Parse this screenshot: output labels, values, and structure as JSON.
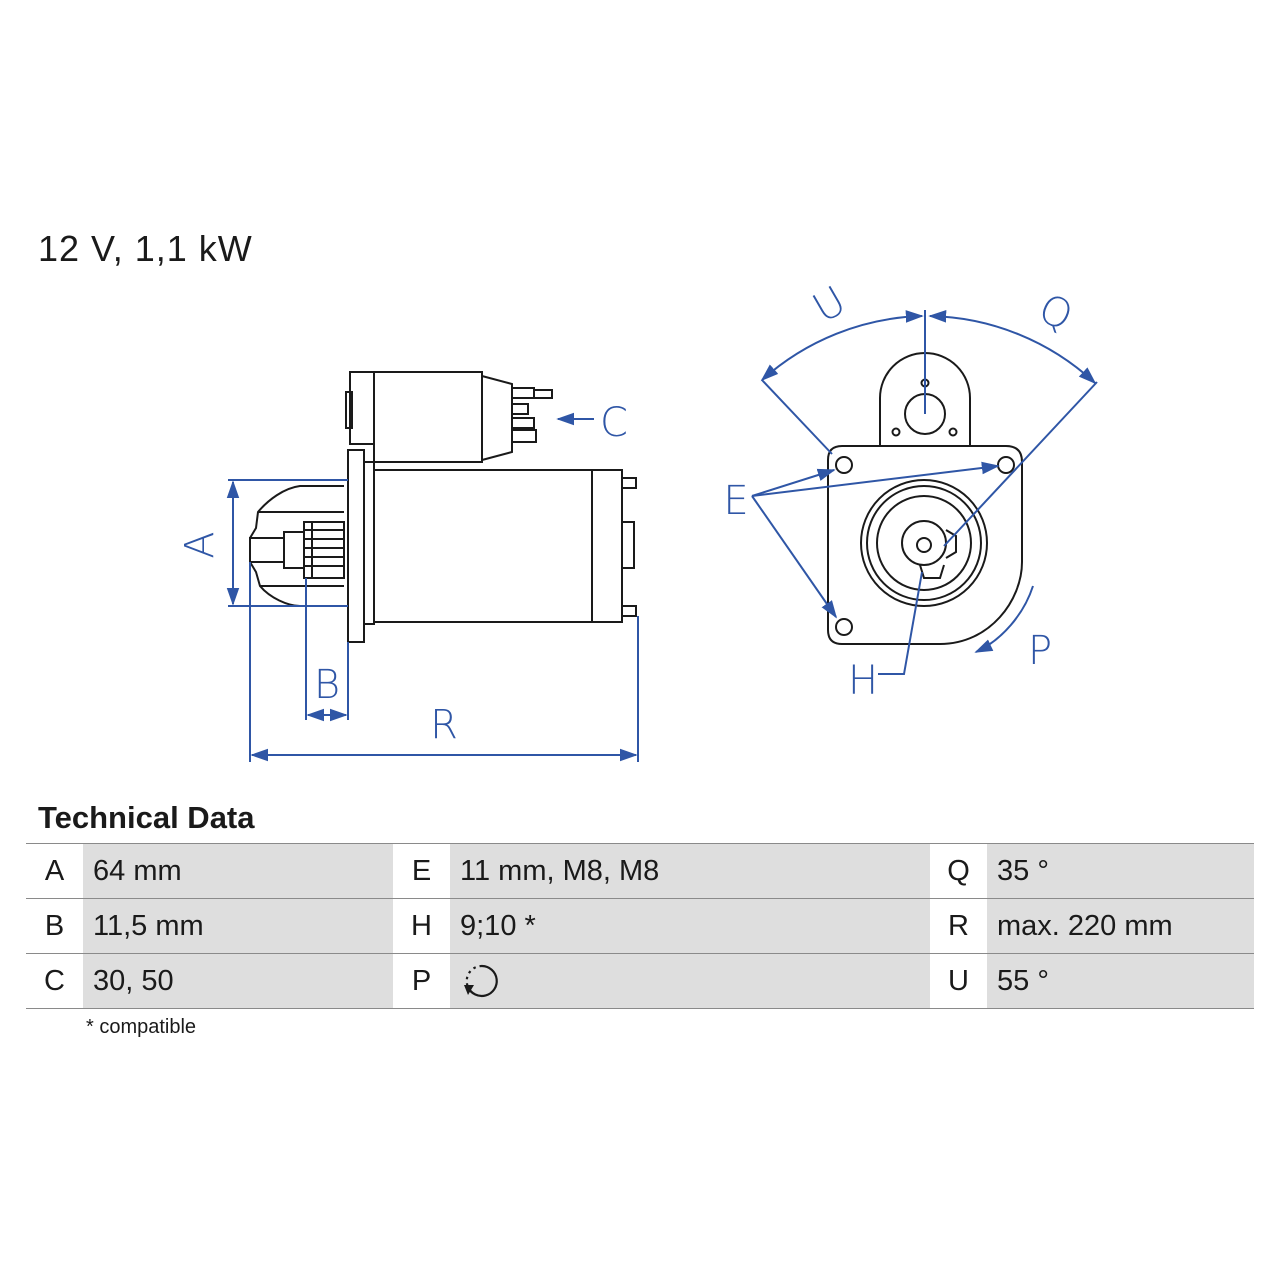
{
  "header": {
    "title": "12 V, 1,1 kW"
  },
  "diagram": {
    "labels": {
      "a": "A",
      "b": "B",
      "c": "C",
      "e": "E",
      "h": "H",
      "p": "P",
      "q": "Q",
      "r": "R",
      "u": "U"
    },
    "colors": {
      "outline": "#1a1a1a",
      "dimension": "#2f56a6"
    }
  },
  "technical_data": {
    "heading": "Technical Data",
    "rows": [
      [
        {
          "key": "A",
          "value": "64 mm"
        },
        {
          "key": "E",
          "value": "11 mm, M8, M8"
        },
        {
          "key": "Q",
          "value": "35 °"
        }
      ],
      [
        {
          "key": "B",
          "value": "11,5 mm"
        },
        {
          "key": "H",
          "value": "9;10 *"
        },
        {
          "key": "R",
          "value": "max. 220 mm"
        }
      ],
      [
        {
          "key": "C",
          "value": "30, 50"
        },
        {
          "key": "P",
          "value": "",
          "icon": "counterclockwise-rotation-icon"
        },
        {
          "key": "U",
          "value": "55 °"
        }
      ]
    ],
    "footnote": "* compatible"
  }
}
